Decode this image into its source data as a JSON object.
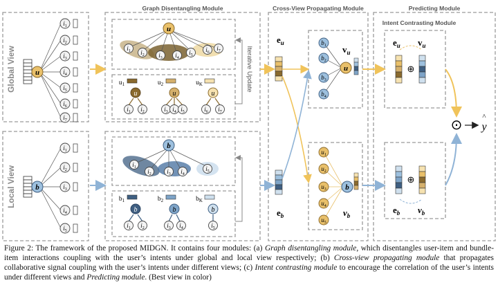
{
  "modules": {
    "disentangling": "Graph Disentangling Module",
    "propagating": "Cross-View Propagating Module",
    "predicting": "Predicting Module",
    "contrasting": "Intent Contrasting Module",
    "iterative": "Iterative Update"
  },
  "views": {
    "global": "Global View",
    "local": "Local View"
  },
  "nodes": {
    "u": "u",
    "b": "b",
    "items_global": [
      "i1",
      "i2",
      "i3",
      "i4",
      "i5",
      "i6",
      "i7"
    ],
    "items_local": [
      "i1",
      "i2",
      "i3",
      "i4",
      "i5"
    ],
    "users_local": [
      "u1",
      "u2",
      "u3",
      "u4",
      "u5"
    ],
    "bundles_global": [
      "b1",
      "b2",
      "b3",
      "b4"
    ]
  },
  "labels": {
    "eu": "e",
    "eu_sub": "u",
    "eb": "e",
    "eb_sub": "b",
    "vu": "v",
    "vu_sub": "u",
    "vb": "v",
    "vb_sub": "b",
    "u1": "u",
    "u1_sub": "1",
    "u2": "u",
    "u2_sub": "2",
    "uk": "u",
    "uk_sub": "K",
    "b1": "b",
    "b1_sub": "1",
    "b2": "b",
    "b2_sub": "2",
    "bk": "b",
    "bk_sub": "K",
    "yhat": "y",
    "plus": "⊕",
    "dot": "⊙"
  },
  "caption": {
    "p1": "Figure 2: The framework of the proposed MIDGN. It contains four modules: (a) ",
    "e1": "Graph disentangling module",
    "p2": ", which disentangles user-item and bundle-item interactions coupling with the user’s intents under global and local view respectively; (b) ",
    "e2": "Cross-view propagating module",
    "p3": " that propagates collaborative signal coupling with the user’s intents under different views; (c) ",
    "e3": "Intent contrasting module",
    "p4": " to encourage the correlation of the user’s intents under different views and ",
    "e4": "Predicting module",
    "p5": ". (Best view in color)"
  },
  "colors": {
    "gold": "#e9c06a",
    "gold_dark": "#8a6a2e",
    "gold_light": "#f6e2b0",
    "blue": "#9dc0de",
    "blue_dark": "#3f5f82",
    "blue_light": "#cfe0ee",
    "arrow_gold": "#f0c35a",
    "arrow_blue": "#8fb3d6",
    "box": "#9a9a9a"
  }
}
